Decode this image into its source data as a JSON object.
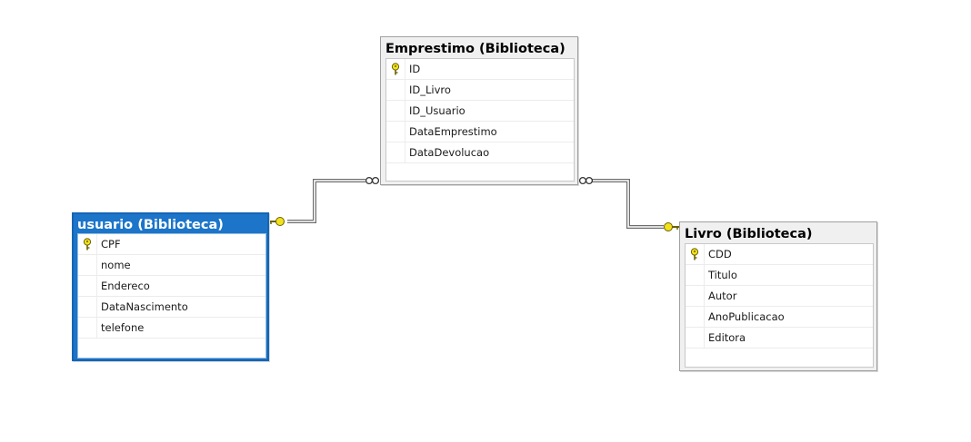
{
  "diagram": {
    "tables": [
      {
        "title": "Emprestimo (Biblioteca)",
        "selected": false,
        "fields": [
          {
            "name": "ID",
            "primary_key": true
          },
          {
            "name": "ID_Livro",
            "primary_key": false
          },
          {
            "name": "ID_Usuario",
            "primary_key": false
          },
          {
            "name": "DataEmprestimo",
            "primary_key": false
          },
          {
            "name": "DataDevolucao",
            "primary_key": false
          }
        ]
      },
      {
        "title": "usuario (Biblioteca)",
        "selected": true,
        "fields": [
          {
            "name": "CPF",
            "primary_key": true
          },
          {
            "name": "nome",
            "primary_key": false
          },
          {
            "name": "Endereco",
            "primary_key": false
          },
          {
            "name": "DataNascimento",
            "primary_key": false
          },
          {
            "name": "telefone",
            "primary_key": false
          }
        ]
      },
      {
        "title": "Livro (Biblioteca)",
        "selected": false,
        "fields": [
          {
            "name": "CDD",
            "primary_key": true
          },
          {
            "name": "Titulo",
            "primary_key": false
          },
          {
            "name": "Autor",
            "primary_key": false
          },
          {
            "name": "AnoPublicacao",
            "primary_key": false
          },
          {
            "name": "Editora",
            "primary_key": false
          }
        ]
      }
    ],
    "relationships": [
      {
        "from": "usuario (Biblioteca)",
        "from_end": "one (key)",
        "to": "Emprestimo (Biblioteca)",
        "to_end": "many (infinity)"
      },
      {
        "from": "Livro (Biblioteca)",
        "from_end": "one (key)",
        "to": "Emprestimo (Biblioteca)",
        "to_end": "many (infinity)"
      }
    ],
    "colors": {
      "selected_header": "#1c75c9",
      "key_icon": "#f2e21b",
      "connector": "#6e6e6e"
    }
  }
}
